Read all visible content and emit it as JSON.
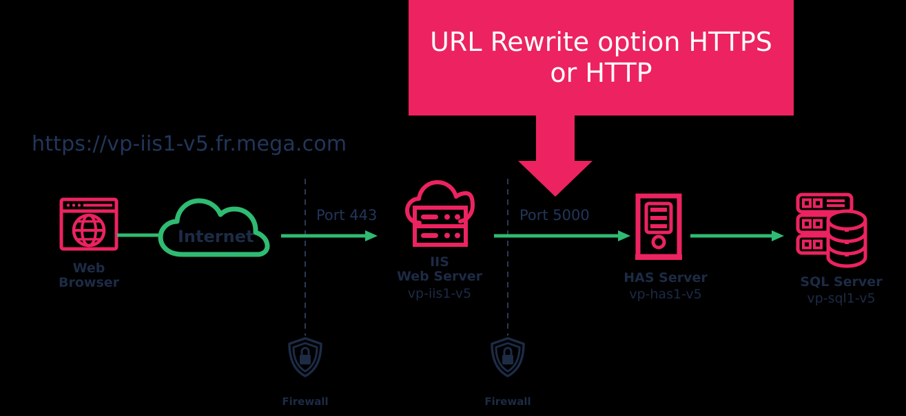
{
  "diagram": {
    "background_color": "#000000",
    "colors": {
      "pink": "#EC2360",
      "green": "#2FBB72",
      "navy": "#1D2B45",
      "navy_text": "#22365A",
      "white": "#FFFFFF"
    },
    "callout": {
      "text": "URL Rewrite option HTTPS\nor HTTP",
      "background": "#EC2360",
      "text_color": "#FFFFFF"
    },
    "url": "https://vp-iis1-v5.fr.mega.com",
    "nodes": [
      {
        "id": "web-browser",
        "icon": "browser-globe-icon",
        "title": "Web\nBrowser",
        "subtitle": ""
      },
      {
        "id": "internet",
        "icon": "cloud-icon",
        "title": "Internet",
        "subtitle": ""
      },
      {
        "id": "iis-web-server",
        "icon": "cloud-server-icon",
        "title": "IIS\nWeb Server",
        "subtitle": "vp-iis1-v5"
      },
      {
        "id": "has-server",
        "icon": "tower-server-icon",
        "title": "HAS Server",
        "subtitle": "vp-has1-v5"
      },
      {
        "id": "sql-server",
        "icon": "database-server-icon",
        "title": "SQL Server",
        "subtitle": "vp-sql1-v5"
      }
    ],
    "firewalls": [
      {
        "id": "firewall-1",
        "label": "Firewall",
        "icon": "shield-lock-icon"
      },
      {
        "id": "firewall-2",
        "label": "Firewall",
        "icon": "shield-lock-icon"
      }
    ],
    "connections": [
      {
        "id": "port-443",
        "label": "Port 443"
      },
      {
        "id": "port-5000",
        "label": "Port 5000"
      }
    ]
  }
}
